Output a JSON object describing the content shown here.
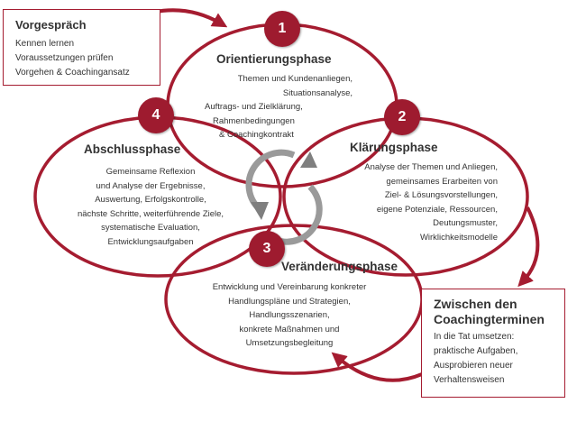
{
  "colors": {
    "accent": "#a51c30",
    "badge": "#9e1b2f",
    "cycle": "#9a9a9a",
    "text": "#333333"
  },
  "vorgespraech": {
    "title": "Vorgespräch",
    "lines": [
      "Kennen lernen",
      "Voraussetzungen prüfen",
      "Vorgehen & Coachingansatz"
    ]
  },
  "zwischen": {
    "title_lines": [
      "Zwischen den",
      "Coachingterminen"
    ],
    "lines": [
      "In die Tat umsetzen:",
      "praktische Aufgaben,",
      "Ausprobieren neuer",
      "Verhaltensweisen"
    ]
  },
  "phases": [
    {
      "number": "1",
      "title": "Orientierungsphase",
      "lines": [
        "Themen und Kundenanliegen,",
        "Situationsanalyse,",
        "Auftrags- und Zielklärung,",
        "Rahmenbedingungen",
        "& Coachingkontrakt"
      ]
    },
    {
      "number": "2",
      "title": "Klärungsphase",
      "lines": [
        "Analyse der Themen und Anliegen,",
        "gemeinsames Erarbeiten von",
        "Ziel- & Lösungsvorstellungen,",
        "eigene Potenziale, Ressourcen,",
        "Deutungsmuster,",
        "Wirklichkeitsmodelle"
      ]
    },
    {
      "number": "3",
      "title": "Veränderungsphase",
      "lines": [
        "Entwicklung und Vereinbarung konkreter",
        "Handlungspläne und Strategien,",
        "Handlungsszenarien,",
        "konkrete Maßnahmen und",
        "Umsetzungsbegleitung"
      ]
    },
    {
      "number": "4",
      "title": "Abschlussphase",
      "lines": [
        "Gemeinsame Reflexion",
        "und Analyse der Ergebnisse,",
        "Auswertung, Erfolgskontrolle,",
        "nächste Schritte, weiterführende Ziele,",
        "systematische Evaluation,",
        "Entwicklungsaufgaben"
      ]
    }
  ]
}
